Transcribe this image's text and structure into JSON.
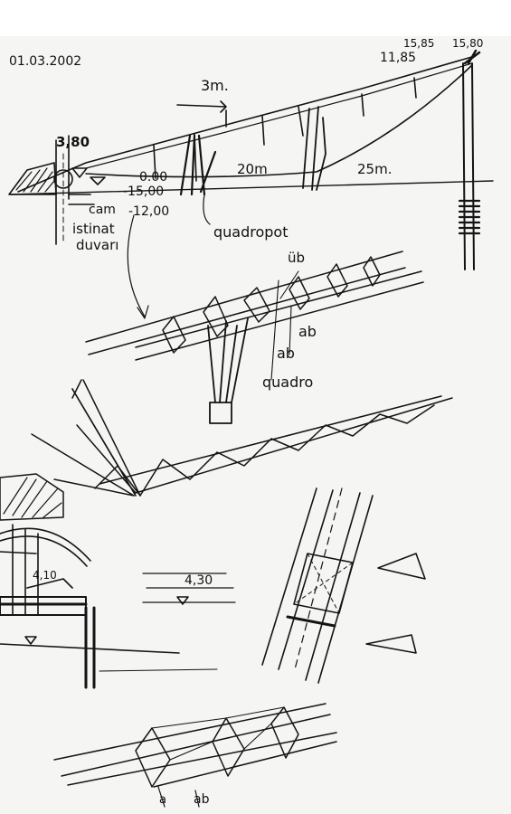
{
  "sketch": {
    "date": "01.03.2002",
    "annotations": {
      "top_level_a": "15,85",
      "top_level_b": "11,85",
      "top_level_c": "15,80",
      "span_3m": "3m.",
      "level_left": "3,80",
      "level_0": "0.00",
      "level_m15": "-15,00",
      "level_m12": "-12,00",
      "label_cam": "cam",
      "span_20m": "20m",
      "span_25m": "25m.",
      "label_istinat": "istinat",
      "label_duvari": "duvarı",
      "label_quadropot": "quadropot",
      "label_ub": "üb",
      "label_ab_1": "ab",
      "label_ab_2": "ab",
      "label_quadro": "quadro",
      "level_410": "4,10",
      "level_430": "4,30",
      "label_a": "a",
      "label_ab_3": "ab"
    }
  }
}
